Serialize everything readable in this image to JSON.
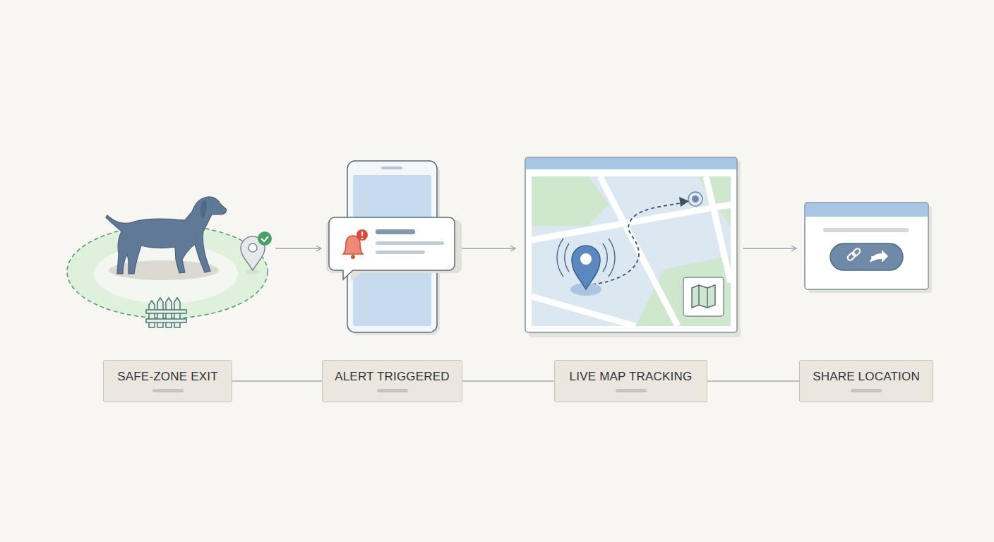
{
  "diagram": {
    "nodes": [
      {
        "text": [
          "SAFE-ZONE EXIT"
        ]
      },
      {
        "text": [
          "ALERT TRIGGERED"
        ]
      },
      {
        "text": [
          "LIVE MAP TRACKING"
        ]
      },
      {
        "text": [
          "SHARE LOCATION"
        ]
      }
    ],
    "edges": [
      {
        "from": 0,
        "to": 1,
        "arrow": "none"
      },
      {
        "from": 1,
        "to": 2,
        "arrow": "none"
      },
      {
        "from": 2,
        "to": 3,
        "arrow": "none"
      }
    ]
  }
}
